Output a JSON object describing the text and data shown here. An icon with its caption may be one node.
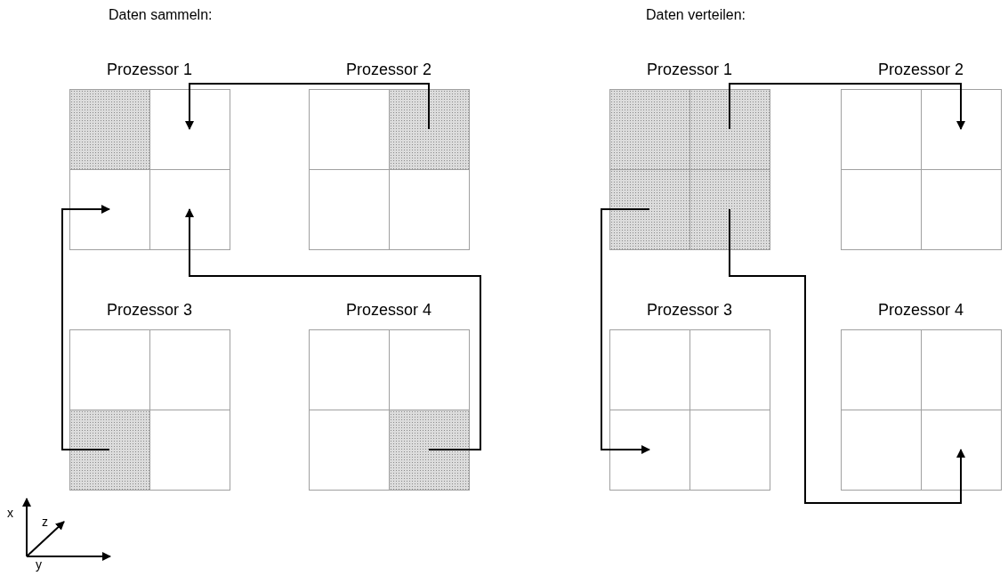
{
  "diagram": {
    "nodes": [
      {
        "text": [
          "Prozessor 1"
        ]
      },
      {
        "text": [],
        "shape": "box",
        "in": 0
      },
      {
        "text": [],
        "shape": "box",
        "in": 0
      },
      {
        "text": [],
        "shape": "box",
        "in": 0
      },
      {
        "text": [],
        "shape": "box",
        "in": 0
      },
      {
        "text": [
          "Prozessor 2"
        ]
      },
      {
        "text": [],
        "shape": "box",
        "in": 5
      },
      {
        "text": [],
        "shape": "box",
        "in": 5
      },
      {
        "text": [],
        "shape": "box",
        "in": 5
      },
      {
        "text": [],
        "shape": "box",
        "in": 5
      },
      {
        "text": [
          "Prozessor 3"
        ]
      },
      {
        "text": [],
        "shape": "box",
        "in": 10
      },
      {
        "text": [],
        "shape": "box",
        "in": 10
      },
      {
        "text": [],
        "shape": "box",
        "in": 10
      },
      {
        "text": [],
        "shape": "box",
        "in": 10
      },
      {
        "text": [
          "Prozessor 4"
        ]
      },
      {
        "text": [],
        "shape": "box",
        "in": 15
      },
      {
        "text": [],
        "shape": "box",
        "in": 15
      },
      {
        "text": [],
        "shape": "box",
        "in": 15
      },
      {
        "text": [],
        "shape": "box",
        "in": 15
      },
      {
        "text": [
          "Prozessor 1"
        ]
      },
      {
        "text": [],
        "shape": "box",
        "in": 20
      },
      {
        "text": [],
        "shape": "box",
        "in": 20
      },
      {
        "text": [],
        "shape": "box",
        "in": 20
      },
      {
        "text": [],
        "shape": "box",
        "in": 20
      },
      {
        "text": [
          "Prozessor 2"
        ]
      },
      {
        "text": [],
        "shape": "box",
        "in": 25
      },
      {
        "text": [],
        "shape": "box",
        "in": 25
      },
      {
        "text": [],
        "shape": "box",
        "in": 25
      },
      {
        "text": [],
        "shape": "box",
        "in": 25
      },
      {
        "text": [
          "Prozessor 3"
        ]
      },
      {
        "text": [],
        "shape": "box",
        "in": 30
      },
      {
        "text": [],
        "shape": "box",
        "in": 30
      },
      {
        "text": [],
        "shape": "box",
        "in": 30
      },
      {
        "text": [],
        "shape": "box",
        "in": 30
      },
      {
        "text": [
          "Prozessor 4"
        ]
      },
      {
        "text": [],
        "shape": "box",
        "in": 35
      },
      {
        "text": [],
        "shape": "box",
        "in": 35
      },
      {
        "text": [],
        "shape": "box",
        "in": 35
      },
      {
        "text": [],
        "shape": "box",
        "in": 35
      }
    ],
    "edges": [
      {
        "from": 7,
        "to": 2,
        "arrow": "to"
      },
      {
        "from": 13,
        "to": 3,
        "arrow": "to"
      },
      {
        "from": 19,
        "to": 4,
        "arrow": "to"
      },
      {
        "from": 22,
        "to": 27,
        "arrow": "to"
      },
      {
        "from": 23,
        "to": 33,
        "arrow": "to"
      },
      {
        "from": 24,
        "to": 39,
        "arrow": "to"
      }
    ],
    "labels": [
      "Daten sammeln:",
      "Daten verteilen:",
      "x",
      "z",
      "y"
    ]
  }
}
